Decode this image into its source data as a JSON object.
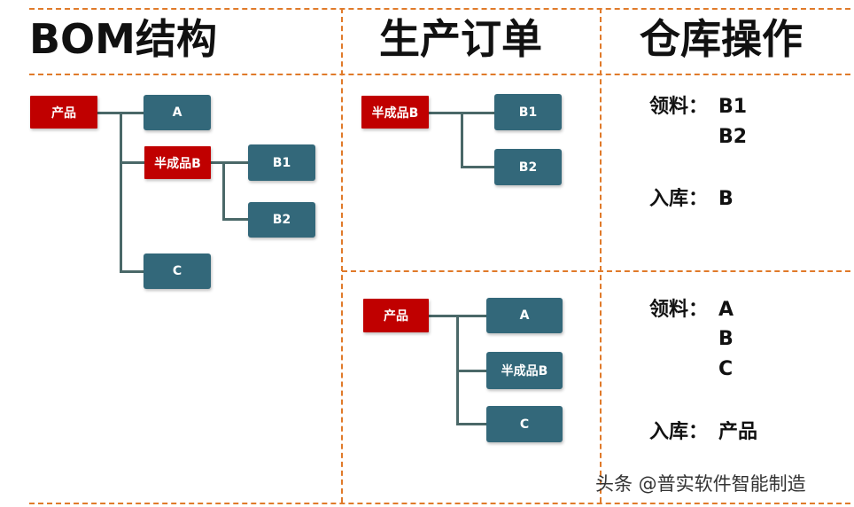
{
  "headers": {
    "bom": "BOM结构",
    "order": "生产订单",
    "warehouse": "仓库操作"
  },
  "bom": {
    "product": "产品",
    "a": "A",
    "semi": "半成品B",
    "b1": "B1",
    "b2": "B2",
    "c": "C"
  },
  "order1": {
    "semi": "半成品B",
    "b1": "B1",
    "b2": "B2"
  },
  "order2": {
    "product": "产品",
    "a": "A",
    "semi": "半成品B",
    "c": "C"
  },
  "wh1": {
    "pick_label": "领料：",
    "pick": [
      "B1",
      "B2"
    ],
    "store_label": "入库：",
    "store": "B"
  },
  "wh2": {
    "pick_label": "领料：",
    "pick": [
      "A",
      "B",
      "C"
    ],
    "store_label": "入库：",
    "store": "产品"
  },
  "watermark": "头条 @普实软件智能制造",
  "colors": {
    "red": "#c00000",
    "teal": "#33687a",
    "dash": "#e07a2a"
  }
}
